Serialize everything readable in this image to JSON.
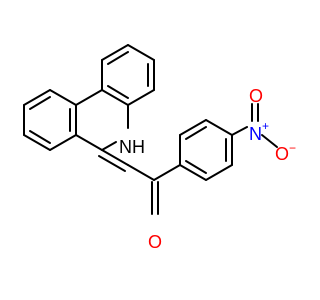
{
  "atom_labels": {
    "nh": "NH",
    "nitro_n": "N",
    "nitro_n_charge": "+",
    "nitro_o_right": "O",
    "nitro_o_right_charge": "−",
    "nitro_o_top": "O",
    "carbonyl_o": "O"
  },
  "colors": {
    "bond": "#000000",
    "nitrogen": "#0000ff",
    "oxygen": "#ff0000"
  }
}
